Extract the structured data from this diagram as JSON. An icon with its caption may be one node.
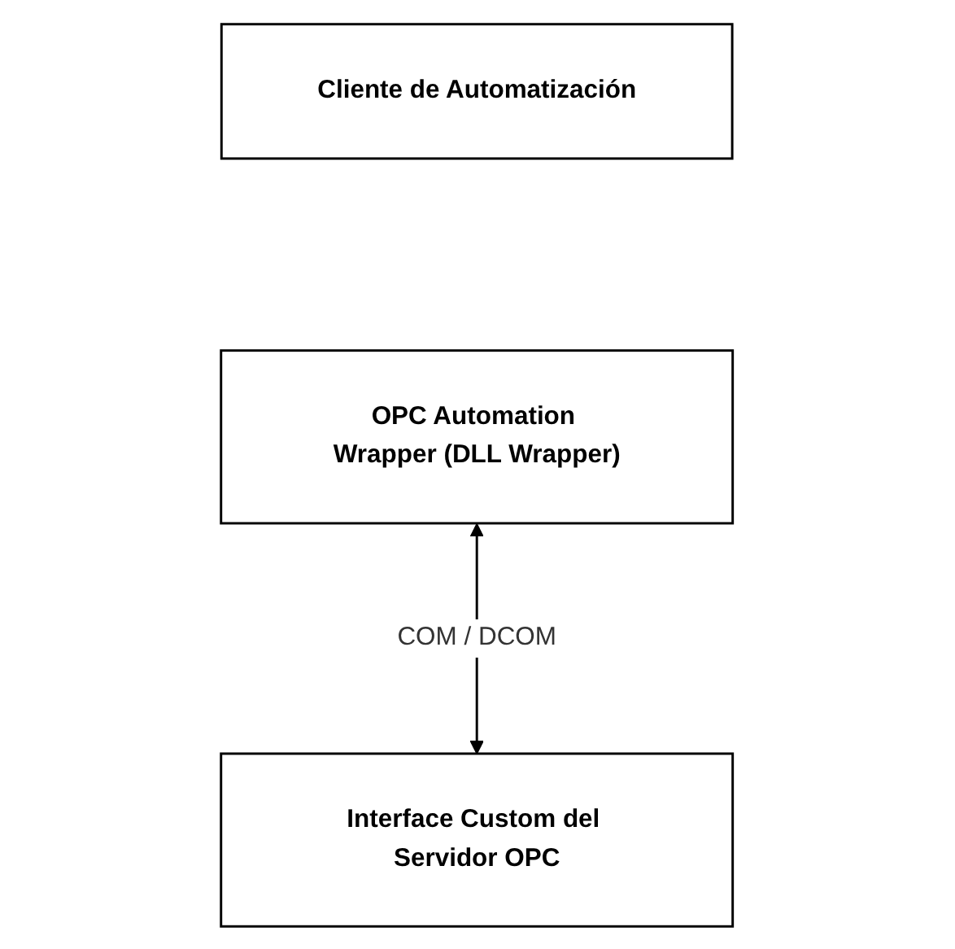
{
  "diagram": {
    "nodes": [
      {
        "text": [
          "Cliente de Automatización"
        ]
      },
      {
        "text": [
          "OPC Automation Wrapper (DLL Wrapper)"
        ]
      },
      {
        "text": [
          "Interface Custom del Servidor OPC"
        ]
      }
    ],
    "edges": [
      {
        "from": 1,
        "to": 2,
        "arrow": "both",
        "label": "COM / DCOM"
      }
    ]
  }
}
